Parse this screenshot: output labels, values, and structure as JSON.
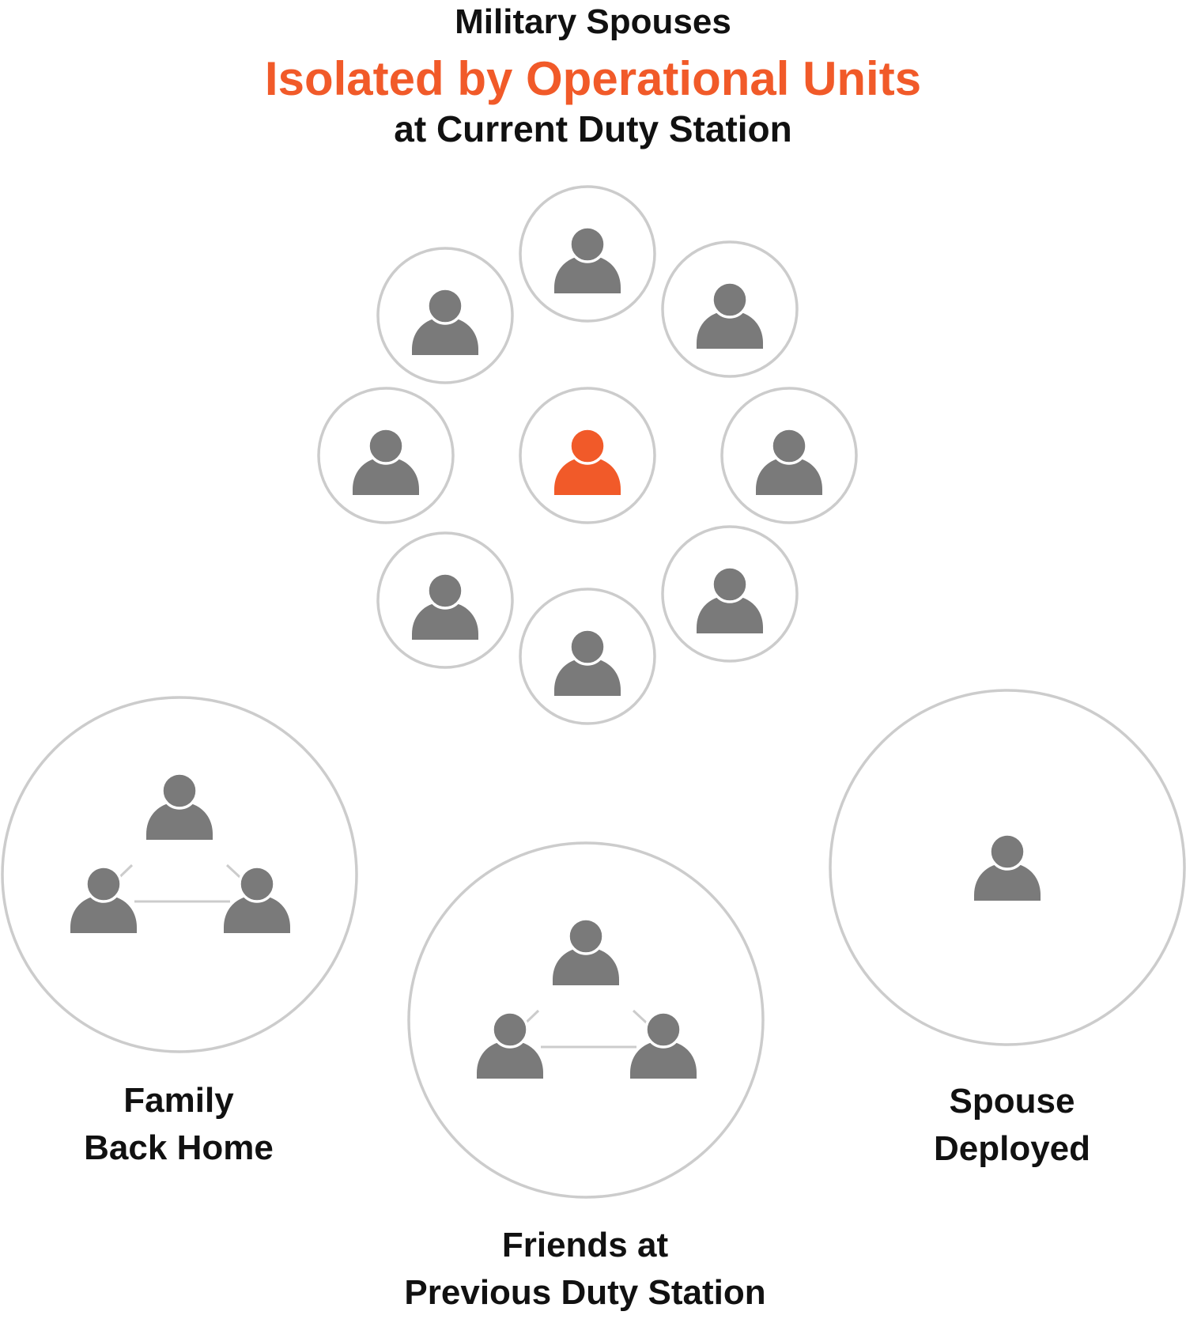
{
  "title": {
    "line1": "Military Spouses",
    "line2": "Isolated by Operational Units",
    "line3": "at Current Duty Station"
  },
  "colors": {
    "accent": "#f15a29",
    "person": "#7a7a7a",
    "circle_stroke": "#cccccc",
    "link": "#cccccc",
    "text": "#111111"
  },
  "cluster": {
    "center_person_color": "accent",
    "surrounding_people": 8,
    "icon": "person-icon"
  },
  "groups": {
    "family": {
      "label_line1": "Family",
      "label_line2": "Back Home",
      "people": 3,
      "connected": true
    },
    "friends": {
      "label_line1": "Friends at",
      "label_line2": "Previous Duty Station",
      "people": 3,
      "connected": true
    },
    "spouse": {
      "label_line1": "Spouse",
      "label_line2": "Deployed",
      "people": 1,
      "connected": false
    }
  }
}
